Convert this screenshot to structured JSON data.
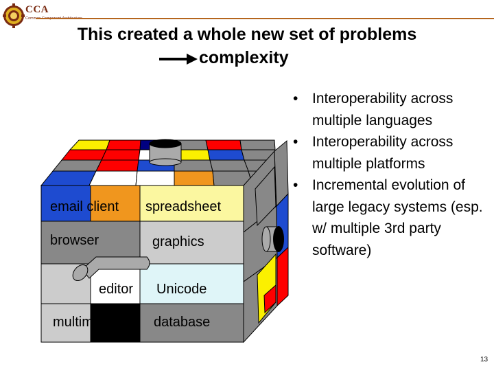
{
  "logo": {
    "text": "CCA",
    "subtitle": "Common Component Architecture",
    "icon": "gear-logo-icon"
  },
  "slide": {
    "title_line1": "This created a whole new set of problems",
    "title_line2": "complexity",
    "page_number": "13"
  },
  "cube": {
    "labels": {
      "email": "email client",
      "spreadsheet": "spreadsheet",
      "browser": "browser",
      "graphics": "graphics",
      "editor": "editor",
      "unicode": "Unicode",
      "multimedia": "multimedia",
      "database": "database"
    }
  },
  "bullets": [
    "Interoperability across multiple languages",
    "Interoperability across multiple platforms",
    "Incremental evolution of large legacy systems (esp. w/ multiple 3rd party software)"
  ],
  "colors": {
    "accent": "#b5651d",
    "logo_text": "#7a2b12"
  }
}
